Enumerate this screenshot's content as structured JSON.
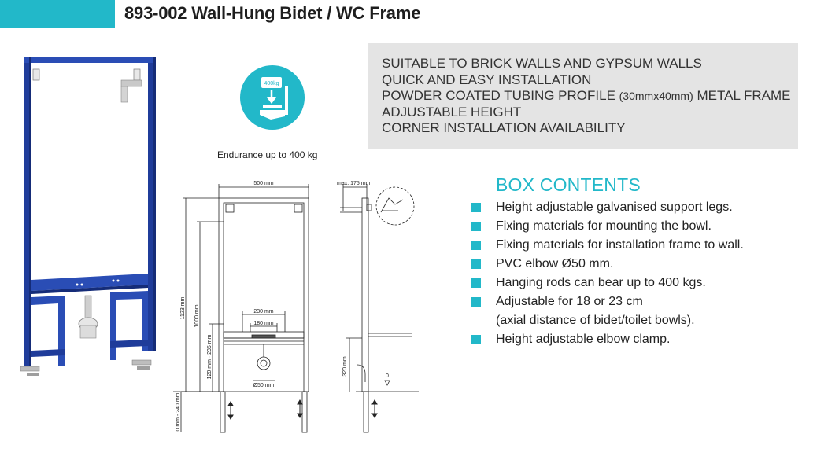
{
  "header": {
    "title": "893-002 Wall-Hung Bidet / WC Frame",
    "accent_color": "#22b8c9"
  },
  "badge": {
    "weight_label": "400kg",
    "icon": "weight-endurance-icon",
    "caption": "Endurance up to 400 kg"
  },
  "features": {
    "items": [
      {
        "text": "SUITABLE TO BRICK WALLS AND GYPSUM WALLS"
      },
      {
        "text": "QUICK AND EASY INSTALLATION"
      },
      {
        "text": "POWDER COATED TUBING PROFILE",
        "small": "(30mmx40mm)",
        "tail": "METAL FRAME"
      },
      {
        "text": "ADJUSTABLE HEIGHT"
      },
      {
        "text": "CORNER INSTALLATION AVAILABILITY"
      }
    ]
  },
  "drawing": {
    "width": "500 mm",
    "max_depth": "max. 175 mm",
    "height_total": "1123 mm",
    "height_inner": "1000 mm",
    "range_120_235": "120 mm - 235 mm",
    "width_230": "230 mm",
    "width_180": "180 mm",
    "elbow": "Ø50 mm",
    "legs": "0 mm - 240 mm",
    "side_height": "320 mm",
    "floor_mark": "0"
  },
  "box_contents": {
    "heading": "BOX CONTENTS",
    "items": [
      {
        "text": "Height adjustable galvanised support legs."
      },
      {
        "text": "Fixing materials for mounting the bowl."
      },
      {
        "text": "Fixing materials for installation frame to wall."
      },
      {
        "text": "PVC elbow Ø50 mm."
      },
      {
        "text": "Hanging rods can bear up to 400 kgs."
      },
      {
        "text": "Adjustable for 18 or 23 cm",
        "cont": "(axial distance of bidet/toilet bowls)."
      },
      {
        "text": "Height adjustable elbow clamp."
      }
    ]
  }
}
